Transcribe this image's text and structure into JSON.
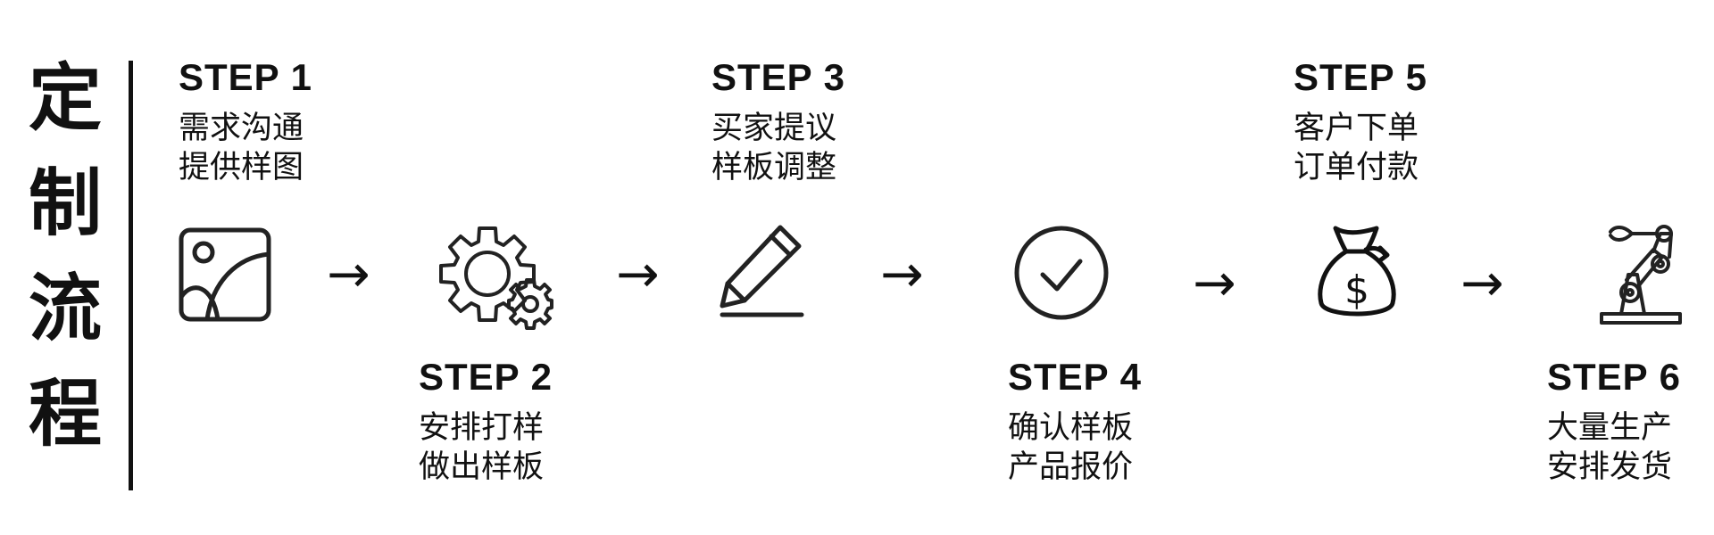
{
  "title": [
    "定",
    "制",
    "流",
    "程"
  ],
  "arrow_glyph": "→",
  "steps": [
    {
      "label": "STEP 1",
      "lines": [
        "需求沟通",
        "提供样图"
      ],
      "icon": "image-icon"
    },
    {
      "label": "STEP 2",
      "lines": [
        "安排打样",
        "做出样板"
      ],
      "icon": "gears-icon"
    },
    {
      "label": "STEP 3",
      "lines": [
        "买家提议",
        "样板调整"
      ],
      "icon": "pencil-icon"
    },
    {
      "label": "STEP 4",
      "lines": [
        "确认样板",
        "产品报价"
      ],
      "icon": "check-circle-icon"
    },
    {
      "label": "STEP 5",
      "lines": [
        "客户下单",
        "订单付款"
      ],
      "icon": "money-bag-icon"
    },
    {
      "label": "STEP 6",
      "lines": [
        "大量生产",
        "安排发货"
      ],
      "icon": "robot-arm-icon"
    }
  ]
}
